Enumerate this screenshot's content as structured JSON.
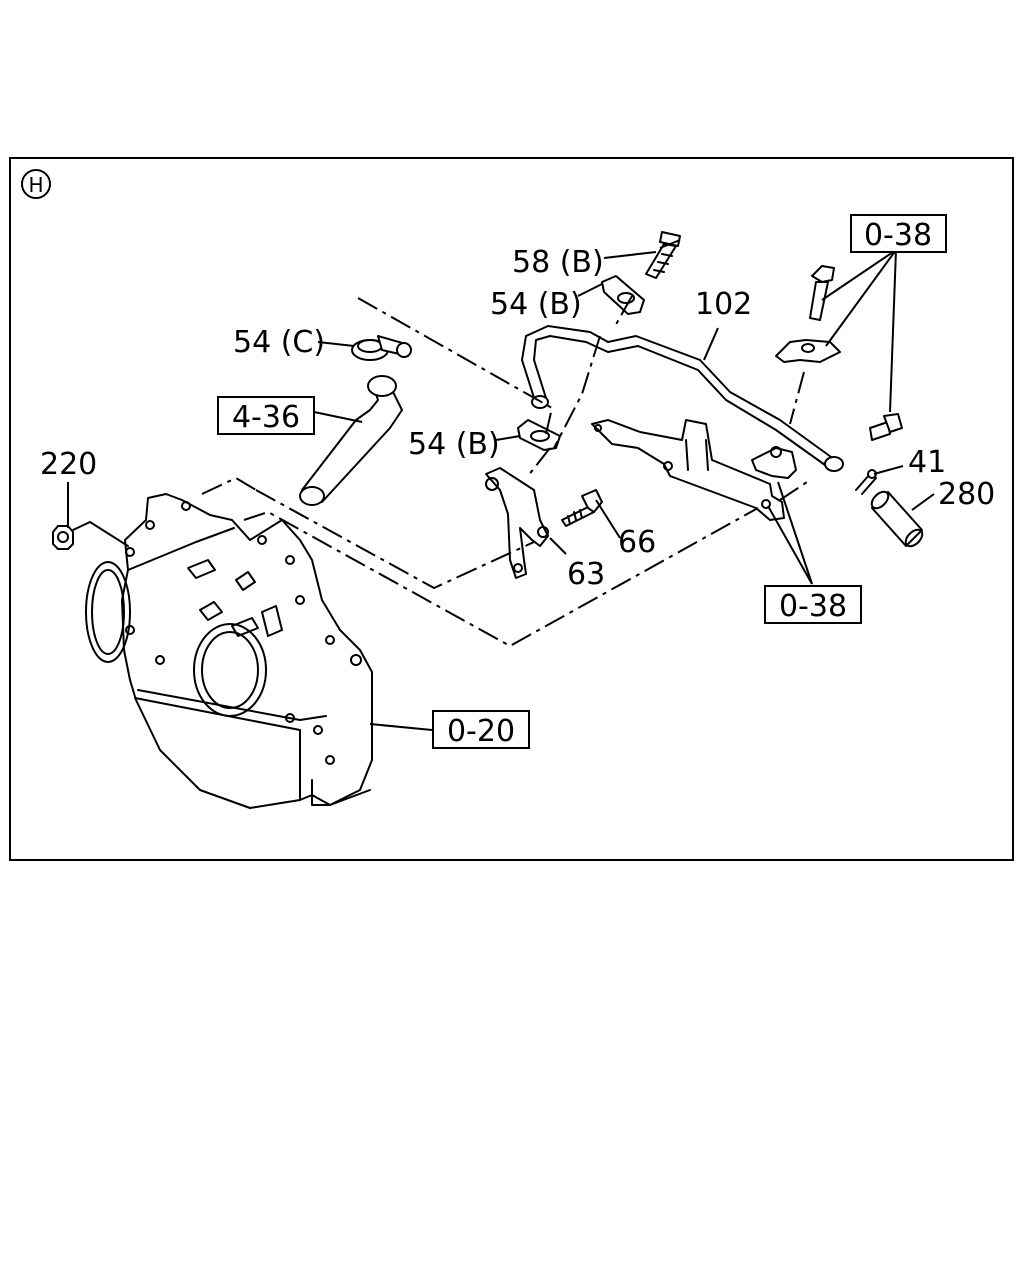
{
  "view_marker": "H",
  "labels": {
    "p58b": "58 (B)",
    "p54b_top": "54 (B)",
    "p54c": "54 (C)",
    "p102": "102",
    "p54b_mid": "54 (B)",
    "p220": "220",
    "p66": "66",
    "p63": "63",
    "p41": "41",
    "p280": "280"
  },
  "references": {
    "r038_top": "0-38",
    "r436": "4-36",
    "r038_bottom": "0-38",
    "r020": "0-20"
  }
}
